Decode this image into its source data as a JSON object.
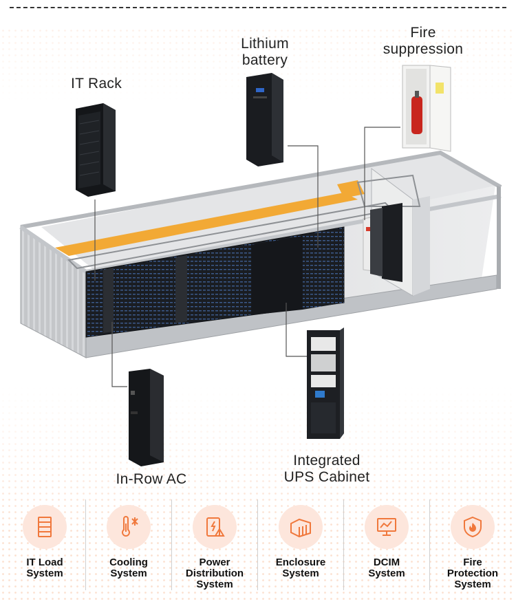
{
  "components": {
    "it_rack": [
      "IT Rack"
    ],
    "lithium_battery": [
      "Lithium",
      "battery"
    ],
    "fire_suppression": [
      "Fire",
      "suppression"
    ],
    "inrow_ac": [
      "In-Row AC"
    ],
    "ups_cabinet": [
      "Integrated",
      "UPS Cabinet"
    ]
  },
  "systems": [
    {
      "icon": "rack-icon",
      "lines": [
        "IT Load",
        "System"
      ]
    },
    {
      "icon": "thermometer-snowflake-icon",
      "lines": [
        "Cooling",
        "System"
      ]
    },
    {
      "icon": "power-panel-icon",
      "lines": [
        "Power",
        "Distribution",
        "System"
      ]
    },
    {
      "icon": "container-icon",
      "lines": [
        "Enclosure",
        "System"
      ]
    },
    {
      "icon": "monitor-chart-icon",
      "lines": [
        "DCIM",
        "System"
      ]
    },
    {
      "icon": "fire-shield-icon",
      "lines": [
        "Fire",
        "Protection",
        "System"
      ]
    }
  ],
  "colors": {
    "accent": "#f0783c",
    "accent_light": "#fde6dc",
    "steel": "#c9cbce",
    "tray": "#f2a935"
  }
}
